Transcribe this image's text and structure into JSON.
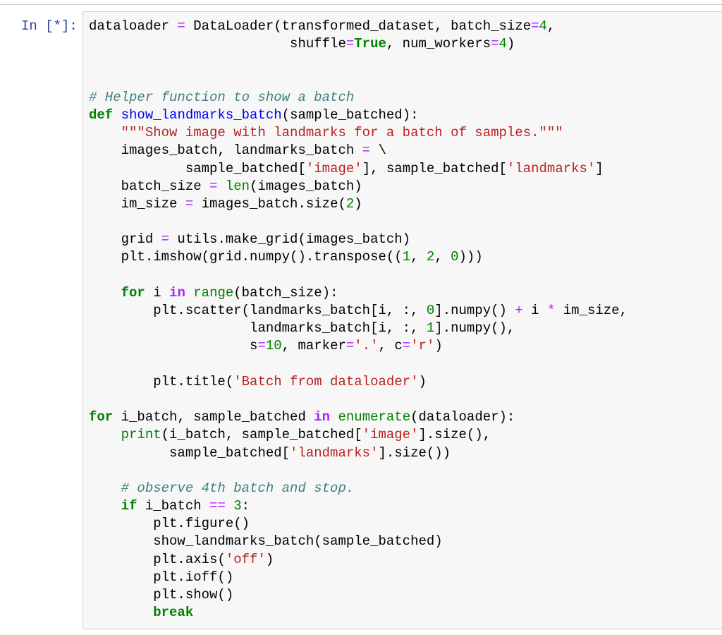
{
  "prompt": "In [*]:",
  "code_lines": [
    [
      [
        "",
        "dataloader "
      ],
      [
        "op",
        "="
      ],
      [
        "",
        " DataLoader(transformed_dataset, batch_size"
      ],
      [
        "op",
        "="
      ],
      [
        "num",
        "4"
      ],
      [
        "",
        ","
      ]
    ],
    [
      [
        "",
        "                         shuffle"
      ],
      [
        "op",
        "="
      ],
      [
        "kw",
        "True"
      ],
      [
        "",
        ", num_workers"
      ],
      [
        "op",
        "="
      ],
      [
        "num",
        "4"
      ],
      [
        "",
        ")"
      ]
    ],
    [],
    [],
    [
      [
        "cm",
        "# Helper function to show a batch"
      ]
    ],
    [
      [
        "kw",
        "def"
      ],
      [
        "",
        " "
      ],
      [
        "fn",
        "show_landmarks_batch"
      ],
      [
        "",
        "(sample_batched):"
      ]
    ],
    [
      [
        "",
        "    "
      ],
      [
        "str",
        "\"\"\"Show image with landmarks for a batch of samples.\"\"\""
      ]
    ],
    [
      [
        "",
        "    images_batch, landmarks_batch "
      ],
      [
        "op",
        "="
      ],
      [
        "",
        " \\"
      ]
    ],
    [
      [
        "",
        "            sample_batched["
      ],
      [
        "str",
        "'image'"
      ],
      [
        "",
        "], sample_batched["
      ],
      [
        "str",
        "'landmarks'"
      ],
      [
        "",
        "]"
      ]
    ],
    [
      [
        "",
        "    batch_size "
      ],
      [
        "op",
        "="
      ],
      [
        "",
        " "
      ],
      [
        "bi",
        "len"
      ],
      [
        "",
        "(images_batch)"
      ]
    ],
    [
      [
        "",
        "    im_size "
      ],
      [
        "op",
        "="
      ],
      [
        "",
        " images_batch"
      ],
      [
        "",
        ".size("
      ],
      [
        "num",
        "2"
      ],
      [
        "",
        ")"
      ]
    ],
    [],
    [
      [
        "",
        "    grid "
      ],
      [
        "op",
        "="
      ],
      [
        "",
        " utils.make_grid(images_batch)"
      ]
    ],
    [
      [
        "",
        "    plt.imshow(grid.numpy().transpose(("
      ],
      [
        "num",
        "1"
      ],
      [
        "",
        ", "
      ],
      [
        "num",
        "2"
      ],
      [
        "",
        ", "
      ],
      [
        "num",
        "0"
      ],
      [
        "",
        ")))"
      ]
    ],
    [],
    [
      [
        "",
        "    "
      ],
      [
        "kw",
        "for"
      ],
      [
        "",
        " i "
      ],
      [
        "ow",
        "in"
      ],
      [
        "",
        " "
      ],
      [
        "bi",
        "range"
      ],
      [
        "",
        "(batch_size):"
      ]
    ],
    [
      [
        "",
        "        plt.scatter(landmarks_batch[i, :, "
      ],
      [
        "num",
        "0"
      ],
      [
        "",
        "].numpy() "
      ],
      [
        "op",
        "+"
      ],
      [
        "",
        " i "
      ],
      [
        "op",
        "*"
      ],
      [
        "",
        " im_size,"
      ]
    ],
    [
      [
        "",
        "                    landmarks_batch[i, :, "
      ],
      [
        "num",
        "1"
      ],
      [
        "",
        "].numpy(),"
      ]
    ],
    [
      [
        "",
        "                    s"
      ],
      [
        "op",
        "="
      ],
      [
        "num",
        "10"
      ],
      [
        "",
        ", marker"
      ],
      [
        "op",
        "="
      ],
      [
        "str",
        "'.'"
      ],
      [
        "",
        ", c"
      ],
      [
        "op",
        "="
      ],
      [
        "str",
        "'r'"
      ],
      [
        "",
        ")"
      ]
    ],
    [],
    [
      [
        "",
        "        plt.title("
      ],
      [
        "str",
        "'Batch from dataloader'"
      ],
      [
        "",
        ")"
      ]
    ],
    [],
    [
      [
        "kw",
        "for"
      ],
      [
        "",
        " i_batch, sample_batched "
      ],
      [
        "ow",
        "in"
      ],
      [
        "",
        " "
      ],
      [
        "bi",
        "enumerate"
      ],
      [
        "",
        "(dataloader):"
      ]
    ],
    [
      [
        "",
        "    "
      ],
      [
        "bi",
        "print"
      ],
      [
        "",
        "(i_batch, sample_batched["
      ],
      [
        "str",
        "'image'"
      ],
      [
        "",
        "].size(),"
      ]
    ],
    [
      [
        "",
        "          sample_batched["
      ],
      [
        "str",
        "'landmarks'"
      ],
      [
        "",
        "].size())"
      ]
    ],
    [],
    [
      [
        "",
        "    "
      ],
      [
        "cm",
        "# observe 4th batch and stop."
      ]
    ],
    [
      [
        "",
        "    "
      ],
      [
        "kw",
        "if"
      ],
      [
        "",
        " i_batch "
      ],
      [
        "op",
        "=="
      ],
      [
        "",
        " "
      ],
      [
        "num",
        "3"
      ],
      [
        "",
        ":"
      ]
    ],
    [
      [
        "",
        "        plt.figure()"
      ]
    ],
    [
      [
        "",
        "        show_landmarks_batch(sample_batched)"
      ]
    ],
    [
      [
        "",
        "        plt.axis("
      ],
      [
        "str",
        "'off'"
      ],
      [
        "",
        ")"
      ]
    ],
    [
      [
        "",
        "        plt.ioff()"
      ]
    ],
    [
      [
        "",
        "        plt.show()"
      ]
    ],
    [
      [
        "",
        "        "
      ],
      [
        "kw",
        "break"
      ]
    ]
  ]
}
